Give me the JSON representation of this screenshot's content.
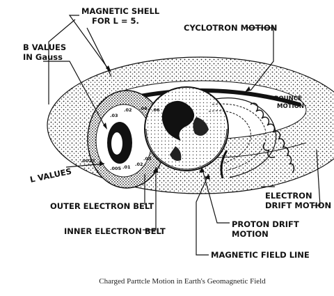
{
  "labels": {
    "magnetic_shell_line1": "MAGNETIC SHELL",
    "magnetic_shell_line2": "FOR  L = 5.",
    "b_values_line1": "B VALUES",
    "b_values_line2": "IN Gauss",
    "cyclotron_motion": "CYCLOTRON MOTION",
    "bounce_motion_line1": "BOUNCE",
    "bounce_motion_line2": "MOTION",
    "l_values": "L VALUES",
    "electron_drift_line1": "ELECTRON",
    "electron_drift_line2": "DRIFT MOTION",
    "outer_electron_belt": "OUTER ELECTRON BELT",
    "inner_electron_belt": "INNER ELECTRON BELT",
    "proton_drift_line1": "PROTON DRIFT",
    "proton_drift_line2": "MOTION",
    "magnetic_field_line": "MAGNETIC FIELD LINE"
  },
  "b_value_ticks": [
    ".03",
    ".02",
    ".04",
    ".06"
  ],
  "l_value_ticks": [
    ".0023",
    ".005",
    ".01",
    ".02",
    ".03"
  ],
  "caption": "Charged Parttcle Motion  in Earth's Geomagnetic  Field"
}
